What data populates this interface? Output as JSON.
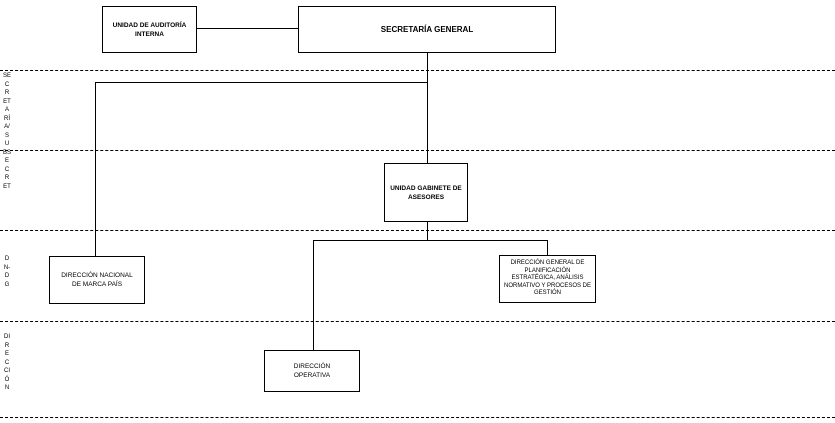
{
  "levels": [
    {
      "label": "SECRETARÍA/SUBSECRET"
    },
    {
      "label": "DN-DG"
    },
    {
      "label": "DIRECCIÓN"
    }
  ],
  "boxes": {
    "auditoria": "UNIDAD DE AUDITORÍA INTERNA",
    "secretaria": "SECRETARÍA GENERAL",
    "gabinete": "UNIDAD GABINETE DE ASESORES",
    "marca_pais": "DIRECCIÓN NACIONAL DE MARCA PAÍS",
    "planificacion": "DIRECCIÓN GENERAL DE PLANIFICACIÓN ESTRATÉGICA, ANÁLISIS NORMATIVO Y PROCESOS DE GESTIÓN",
    "operativa": "DIRECCIÓN OPERATIVA"
  }
}
